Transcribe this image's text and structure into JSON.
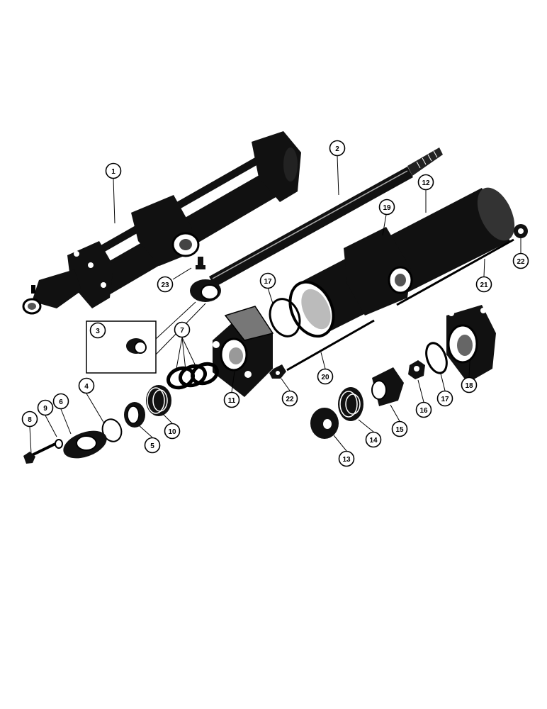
{
  "callouts": [
    {
      "id": "1",
      "label": "1"
    },
    {
      "id": "2",
      "label": "2"
    },
    {
      "id": "3",
      "label": "3"
    },
    {
      "id": "4",
      "label": "4"
    },
    {
      "id": "5",
      "label": "5"
    },
    {
      "id": "6",
      "label": "6"
    },
    {
      "id": "7",
      "label": "7"
    },
    {
      "id": "8",
      "label": "8"
    },
    {
      "id": "9",
      "label": "9"
    },
    {
      "id": "10",
      "label": "10"
    },
    {
      "id": "11",
      "label": "11"
    },
    {
      "id": "12",
      "label": "12"
    },
    {
      "id": "13",
      "label": "13"
    },
    {
      "id": "14",
      "label": "14"
    },
    {
      "id": "15",
      "label": "15"
    },
    {
      "id": "16",
      "label": "16"
    },
    {
      "id": "17a",
      "label": "17"
    },
    {
      "id": "17b",
      "label": "17"
    },
    {
      "id": "18",
      "label": "18"
    },
    {
      "id": "19",
      "label": "19"
    },
    {
      "id": "20",
      "label": "20"
    },
    {
      "id": "21",
      "label": "21"
    },
    {
      "id": "22a",
      "label": "22"
    },
    {
      "id": "22b",
      "label": "22"
    },
    {
      "id": "23",
      "label": "23"
    }
  ]
}
